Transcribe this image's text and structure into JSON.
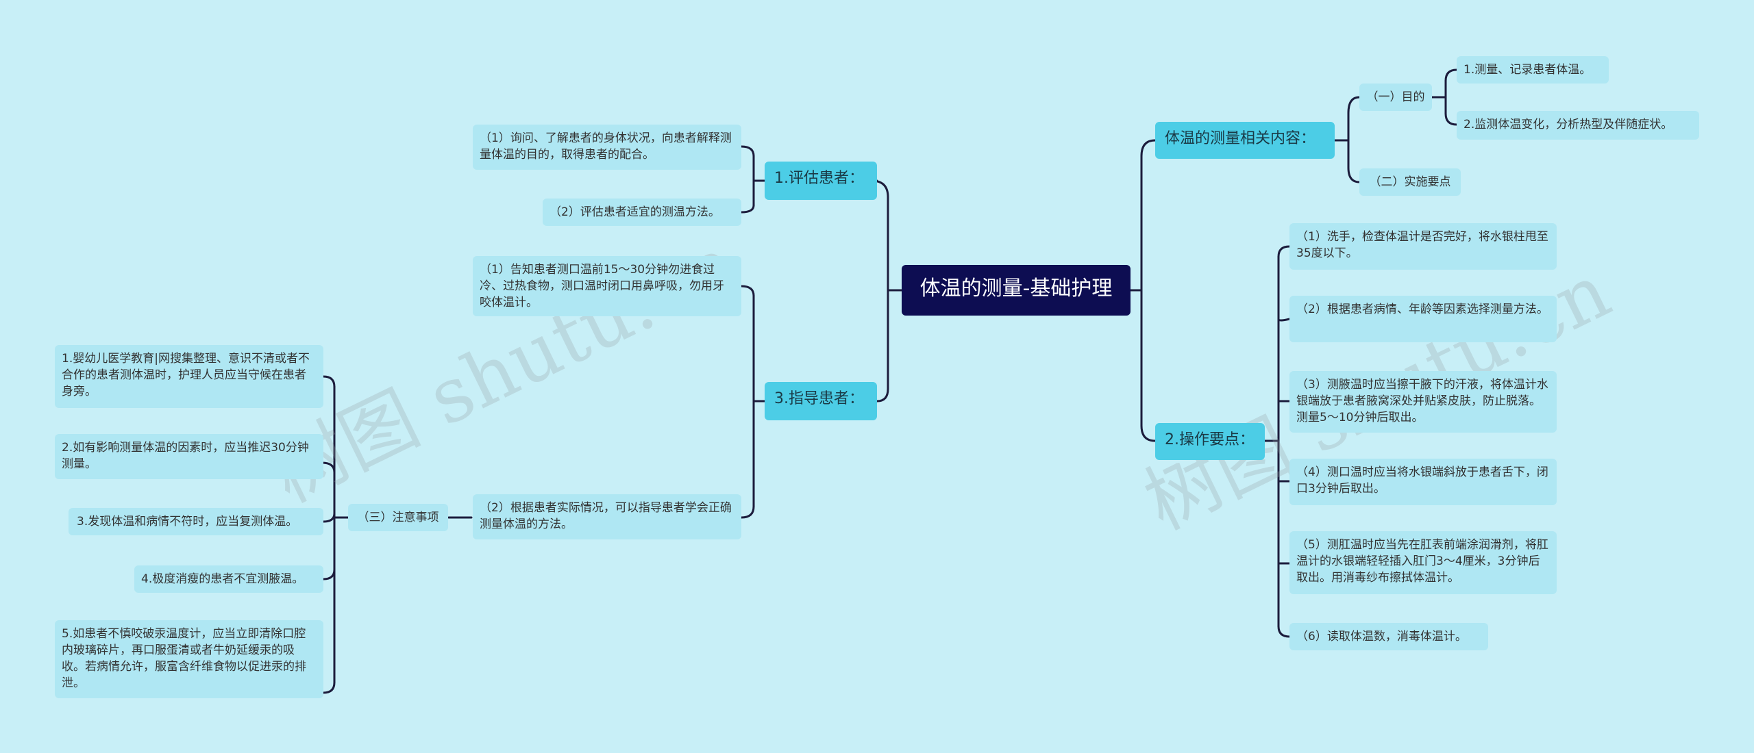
{
  "root": {
    "title": "体温的测量-基础护理"
  },
  "left": {
    "assess": {
      "label": "1.评估患者：",
      "items": [
        "（1）询问、了解患者的身体状况，向患者解释测量体温的目的，取得患者的配合。",
        "（2）评估患者适宜的测温方法。"
      ]
    },
    "guide": {
      "label": "3.指导患者：",
      "items": [
        "（1）告知患者测口温前15～30分钟勿进食过冷、过热食物，测口温时闭口用鼻呼吸，勿用牙咬体温计。",
        "（2）根据患者实际情况，可以指导患者学会正确测量体温的方法。"
      ]
    },
    "notes": {
      "label": "（三）注意事项",
      "items": [
        "1.婴幼儿医学教育|网搜集整理、意识不清或者不合作的患者测体温时，护理人员应当守候在患者身旁。",
        "2.如有影响测量体温的因素时，应当推迟30分钟测量。",
        "3.发现体温和病情不符时，应当复测体温。",
        "4.极度消瘦的患者不宜测腋温。",
        "5.如患者不慎咬破汞温度计，应当立即清除口腔内玻璃碎片，再口服蛋清或者牛奶延缓汞的吸收。若病情允许，服富含纤维食物以促进汞的排泄。"
      ]
    }
  },
  "right": {
    "content": {
      "label": "体温的测量相关内容：",
      "purpose": {
        "label": "（一）目的",
        "items": [
          "1.测量、记录患者体温。",
          "2.监测体温变化，分析热型及伴随症状。"
        ]
      },
      "essentials": {
        "label": "（二）实施要点"
      }
    },
    "operation": {
      "label": "2.操作要点：",
      "items": [
        "（1）洗手，检查体温计是否完好，将水银柱甩至35度以下。",
        "（2）根据患者病情、年龄等因素选择测量方法。",
        "（3）测腋温时应当擦干腋下的汗液，将体温计水银端放于患者腋窝深处并贴紧皮肤，防止脱落。测量5～10分钟后取出。",
        "（4）测口温时应当将水银端斜放于患者舌下，闭口3分钟后取出。",
        "（5）测肛温时应当先在肛表前端涂润滑剂，将肛温计的水银端轻轻插入肛门3～4厘米，3分钟后取出。用消毒纱布擦拭体温计。",
        "（6）读取体温数，消毒体温计。"
      ]
    }
  },
  "watermarks": [
    "树图 shutu.cn",
    "树图 shutu.cn"
  ],
  "colors": {
    "background": "#c8eff7",
    "root": "#0d0d52",
    "branch": "#4ccde6",
    "leaf": "#afe7f3",
    "line": "#1c1c3c"
  }
}
